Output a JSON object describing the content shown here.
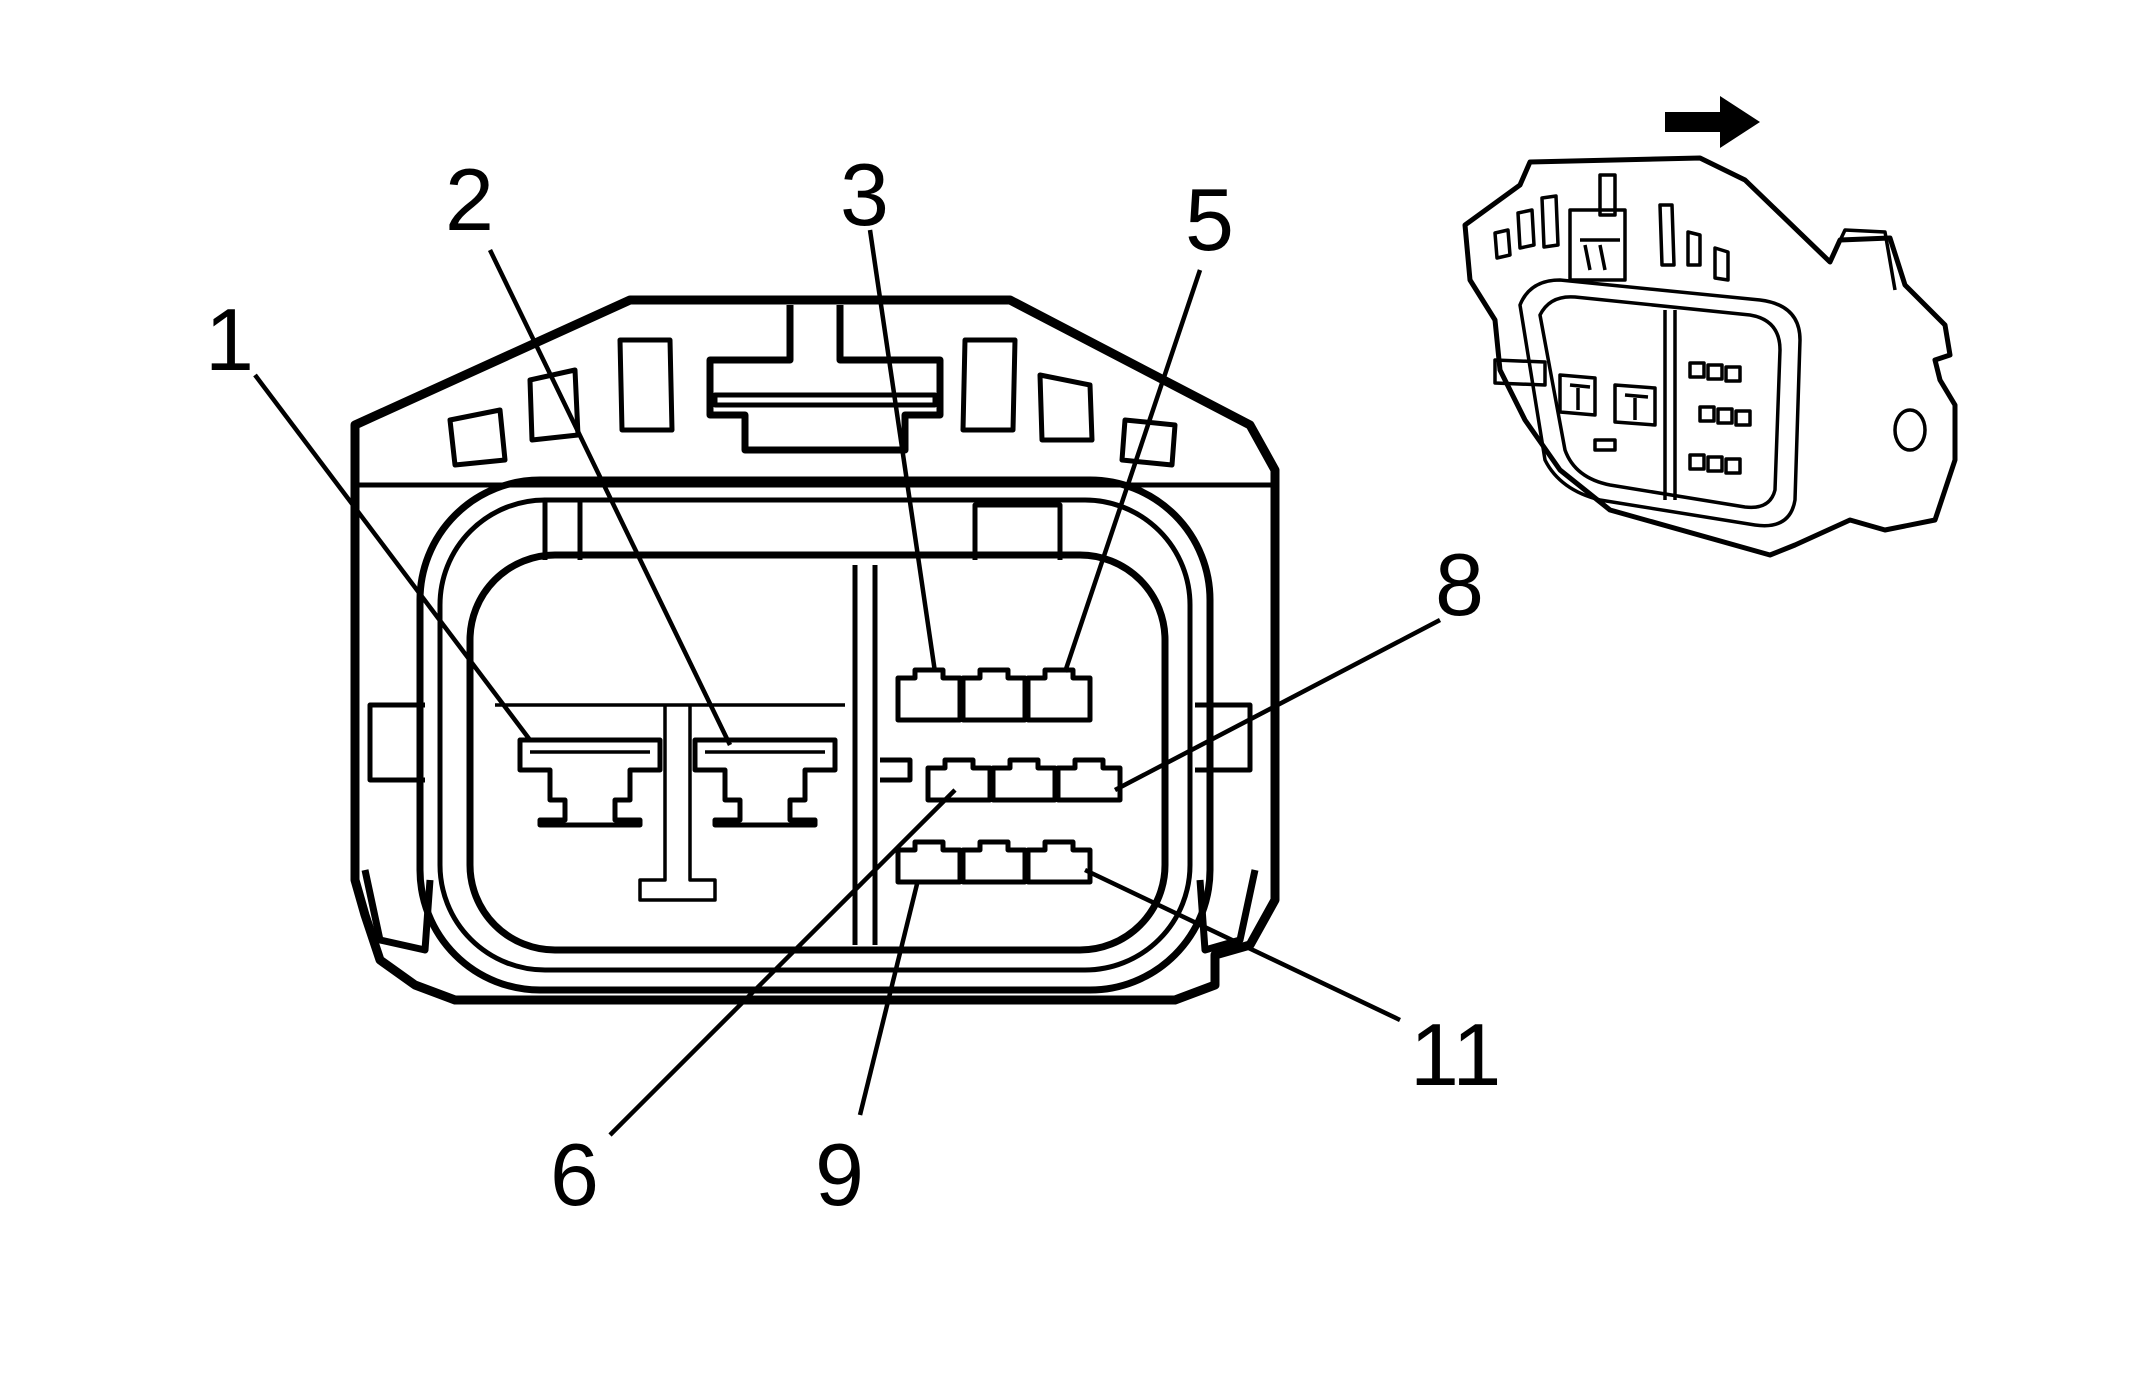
{
  "callouts": [
    {
      "id": "1",
      "text": "1"
    },
    {
      "id": "2",
      "text": "2"
    },
    {
      "id": "3",
      "text": "3"
    },
    {
      "id": "5",
      "text": "5"
    },
    {
      "id": "6",
      "text": "6"
    },
    {
      "id": "8",
      "text": "8"
    },
    {
      "id": "9",
      "text": "9"
    },
    {
      "id": "11",
      "text": "11"
    }
  ],
  "icons": {
    "direction_arrow": "right-arrow-icon"
  }
}
